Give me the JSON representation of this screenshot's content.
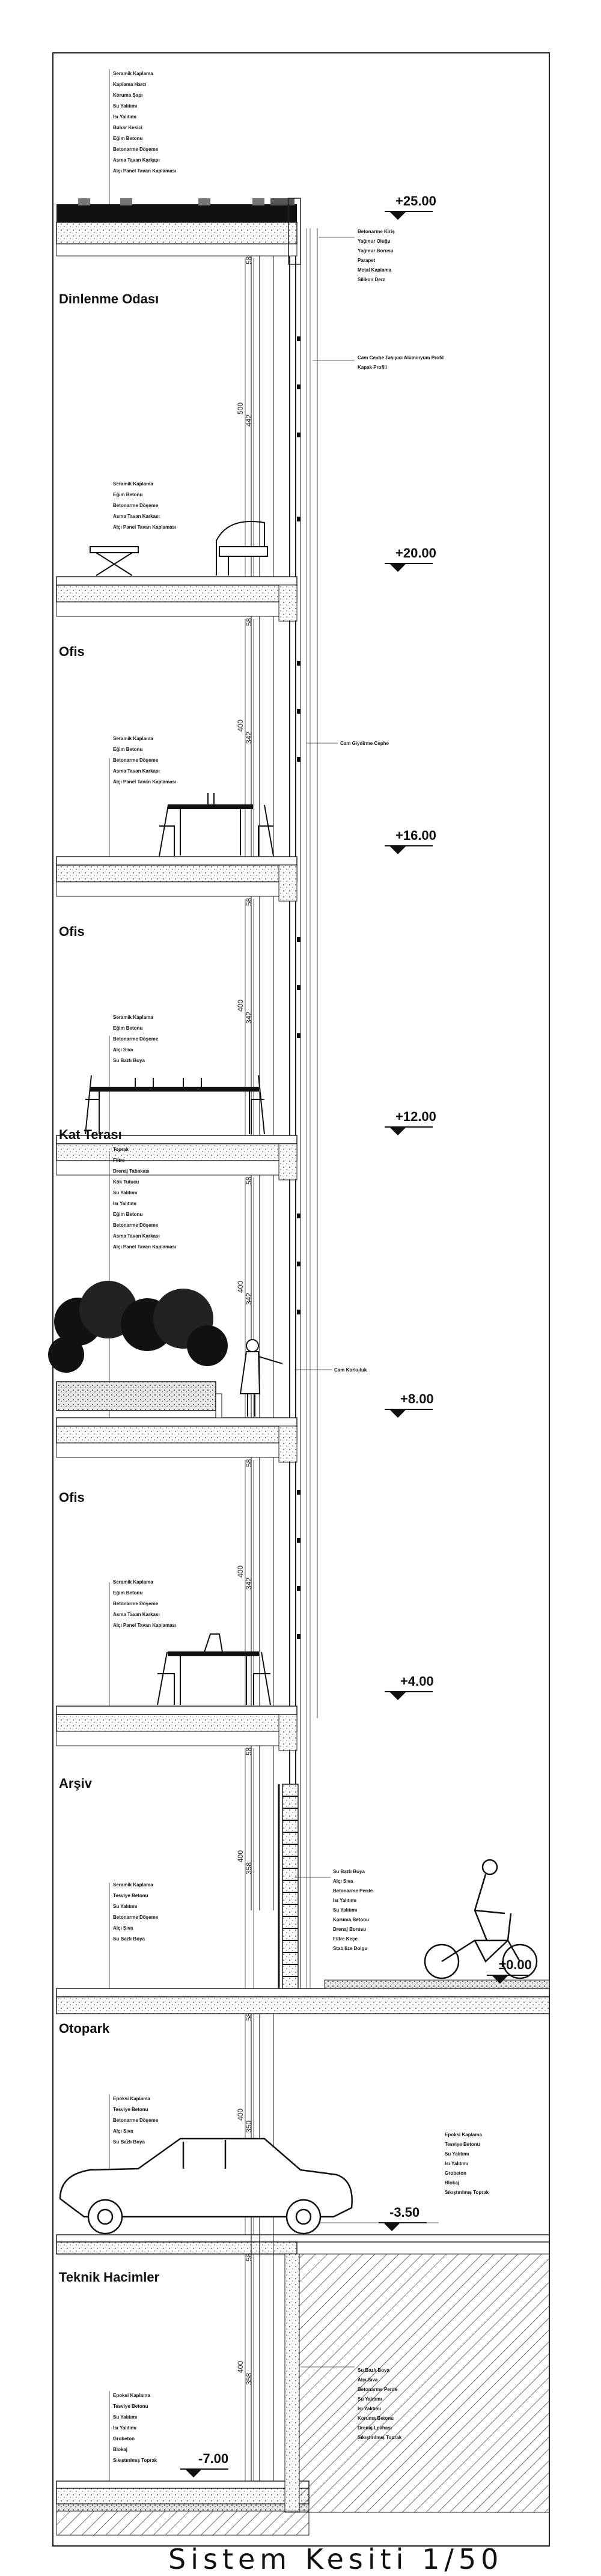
{
  "title": "Sistem Kesiti 1/50",
  "rooms": [
    {
      "key": "dinlenme",
      "label": "Dinlenme Odası"
    },
    {
      "key": "ofis1",
      "label": "Ofis"
    },
    {
      "key": "ofis2",
      "label": "Ofis"
    },
    {
      "key": "kat_terasi",
      "label": "Kat Terası"
    },
    {
      "key": "ofis3",
      "label": "Ofis"
    },
    {
      "key": "arsiv",
      "label": "Arşiv"
    },
    {
      "key": "otopark",
      "label": "Otopark"
    },
    {
      "key": "teknik",
      "label": "Teknik Hacimler"
    }
  ],
  "levels": [
    "+25.00",
    "+20.00",
    "+16.00",
    "+12.00",
    "+8.00",
    "+4.00",
    "±0.00",
    "-3.50",
    "-7.00"
  ],
  "dimensions": {
    "story_heights": [
      "500",
      "400",
      "400",
      "400",
      "400",
      "400",
      "400",
      "400"
    ],
    "clear_heights": [
      "442",
      "342",
      "342",
      "342",
      "342",
      "358",
      "350",
      "358"
    ],
    "slab": "58"
  },
  "notes": {
    "roof_layers": [
      "Seramik Kaplama",
      "Kaplama Harcı",
      "Koruma Şapı",
      "Su Yalıtımı",
      "Isı Yalıtımı",
      "Buhar Kesici",
      "Eğim Betonu",
      "Betonarme Döşeme",
      "Asma Tavan Karkası",
      "Alçı Panel Tavan Kaplaması"
    ],
    "roof_edge": [
      "Betonarme Kiriş",
      "Yağmur Oluğu",
      "Yağmur Borusu",
      "Parapet",
      "Metal Kaplama",
      "Silikon Derz"
    ],
    "facade_note": [
      "Cam Cephe Taşıyıcı Alüminyum Profil",
      "Kapak Profili"
    ],
    "mullion_note": [
      "Cam Giydirme Cephe"
    ],
    "floor_layers_a": [
      "Seramik Kaplama",
      "Eğim Betonu",
      "Betonarme Döşeme",
      "Asma Tavan Karkası",
      "Alçı Panel Tavan Kaplaması"
    ],
    "floor_layers_b": [
      "Seramik Kaplama",
      "Eğim Betonu",
      "Betonarme Döşeme",
      "Asma Tavan Karkası",
      "Alçı Panel Tavan Kaplaması"
    ],
    "floor_layers_c": [
      "Seramik Kaplama",
      "Eğim Betonu",
      "Betonarme Döşeme",
      "Alçı Sıva",
      "Su Bazlı Boya"
    ],
    "terrace_layers": [
      "Toprak",
      "Filtre",
      "Drenaj Tabakası",
      "Kök Tutucu",
      "Su Yalıtımı",
      "Isı Yalıtımı",
      "Eğim Betonu",
      "Betonarme Döşeme",
      "Asma Tavan Karkası",
      "Alçı Panel Tavan Kaplaması"
    ],
    "railing_note": [
      "Cam Korkuluk"
    ],
    "floor_layers_d": [
      "Seramik Kaplama",
      "Eğim Betonu",
      "Betonarme Döşeme",
      "Asma Tavan Karkası",
      "Alçı Panel Tavan Kaplaması"
    ],
    "archive_floor": [
      "Seramik Kaplama",
      "Tesviye Betonu",
      "Su Yalıtımı",
      "Betonarme Döşeme",
      "Alçı Sıva",
      "Su Bazlı Boya"
    ],
    "ground_outside": [
      "Su Bazlı Boya",
      "Alçı Sıva",
      "Betonarme Perde",
      "Isı Yalıtımı",
      "Su Yalıtımı",
      "Koruma Betonu",
      "Drenaj Borusu",
      "Filtre Keçe",
      "Stabilize Dolgu"
    ],
    "parking_floor": [
      "Epoksi Kaplama",
      "Tesviye Betonu",
      "Betonarme Döşeme",
      "Alçı Sıva",
      "Su Bazlı Boya"
    ],
    "parking_outside": [
      "Epoksi Kaplama",
      "Tesviye Betonu",
      "Su Yalıtımı",
      "Isı Yalıtımı",
      "Grobeton",
      "Blokaj",
      "Sıkıştırılmış Toprak"
    ],
    "technical_floor": [
      "Epoksi Kaplama",
      "Tesviye Betonu",
      "Su Yalıtımı",
      "Isı Yalıtımı",
      "Grobeton",
      "Blokaj",
      "Sıkıştırılmış Toprak"
    ],
    "technical_wall": [
      "Su Bazlı Boya",
      "Alçı Sıva",
      "Betonarme Perde",
      "Su Yalıtımı",
      "Isı Yalıtımı",
      "Koruma Betonu",
      "Drenaj Levhası",
      "Sıkıştırılmış Toprak"
    ]
  }
}
